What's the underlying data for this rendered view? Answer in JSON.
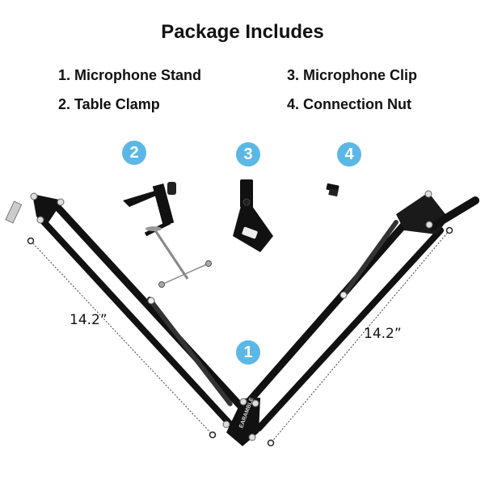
{
  "title": "Package Includes",
  "items": [
    {
      "label": "1. Microphone Stand"
    },
    {
      "label": "2. Table Clamp"
    },
    {
      "label": "3. Microphone Clip"
    },
    {
      "label": "4. Connection Nut"
    }
  ],
  "badges": [
    "1",
    "2",
    "3",
    "4"
  ],
  "dimensions": {
    "left": "14.2”",
    "right": "14.2”"
  },
  "brand": "EARAMBLE",
  "colors": {
    "badge": "#5bb8e6",
    "arm": "#111111",
    "text": "#111111"
  }
}
